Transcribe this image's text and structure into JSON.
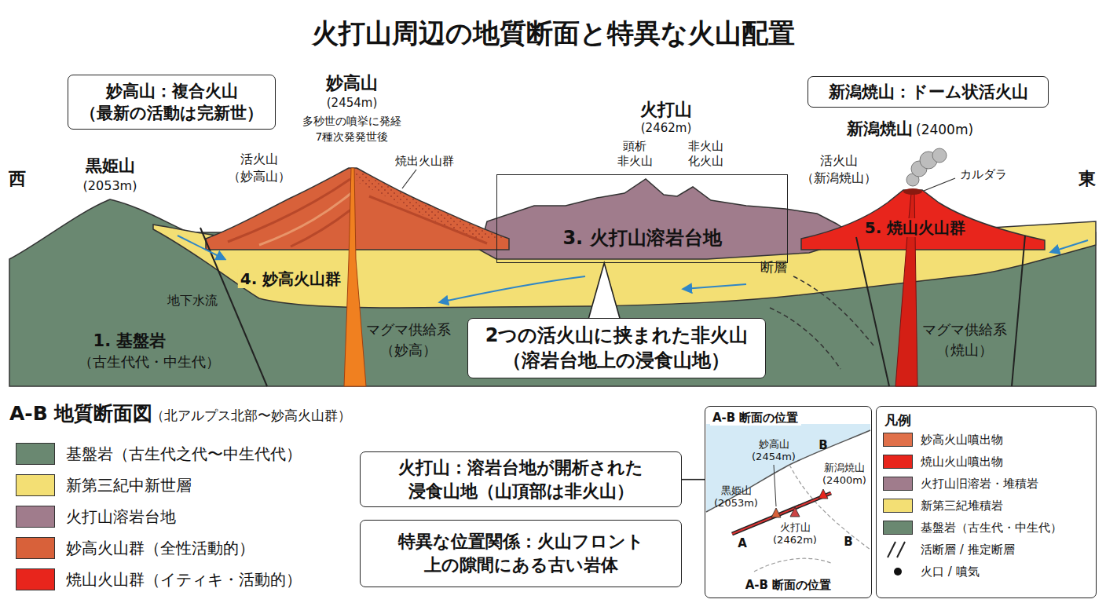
{
  "diagram": {
    "title": "火打山周辺の地質断面と特異な火山配置",
    "nodes": [
      {
        "text": [
          "妙高山：複合火山 （最新の活動は完新世）"
        ]
      },
      {
        "text": [
          "新潟焼山：ドーム状活火山"
        ]
      },
      {
        "text": [
          "3. 火打山溶岩台地"
        ]
      },
      {
        "text": [
          "2つの活火山に挟まれた非火山 （溶岩台地上の浸食山地）"
        ]
      },
      {
        "text": [
          "火打山：溶岩台地が開析された 浸食山地（山頂部は非火山）"
        ]
      },
      {
        "text": [
          "特異な位置関係：火山フロント 上の隙間にある古い岩体"
        ]
      },
      {
        "text": [
          "A-B 断面の位置",
          "A-B 断面の位置"
        ]
      },
      {
        "text": [
          "凡例"
        ]
      }
    ],
    "edges": [
      {
        "from": 3,
        "to": 2,
        "arrow": "none"
      },
      {
        "from": 4,
        "to": 6,
        "arrow": "none"
      }
    ],
    "labels": [
      "西",
      "東",
      "黒姫山",
      "(2053m)",
      "妙高山",
      "(2454m)",
      "多秒世の噴挙に発経",
      "7種次発発世後",
      "活火山",
      "（妙高山）",
      "焼出火山群",
      "火打山",
      "(2462m)",
      "頭析",
      "非火山",
      "非火山",
      "化火山",
      "新潟焼山",
      "(2400m)",
      "活火山",
      "（新潟焼山）",
      "カルダラ",
      "5. 焼山火山群",
      "4. 妙高火山群",
      "地下水流",
      "1. 基盤岩",
      "（古生代代・中生代）",
      "マグマ供給系",
      "（妙高）",
      "断層",
      "マグマ供給系",
      "（焼山）",
      "A-B 地質断面図",
      "（北アルプス北部〜妙高火山群）",
      "妙高山",
      "(2454m)",
      "黒姫山",
      "(2053m)",
      "新潟焼山",
      "(2400m)",
      "火打山",
      "(2462m)",
      "B",
      "A",
      "B"
    ],
    "legend": [
      {
        "text": "基盤岩（古生代之代〜中生代代）",
        "color": "#6a8871"
      },
      {
        "text": "新第三紀中新世層",
        "color": "#f3df74"
      },
      {
        "text": "火打山溶岩台地",
        "color": "#a07c8c"
      },
      {
        "text": "妙高火山群（全性活動的）",
        "color": "#d8613a"
      },
      {
        "text": "焼山火山群（イティキ・活動的）",
        "color": "#e8251c"
      },
      {
        "text": "妙高火山噴出物",
        "color": "#e0704a"
      },
      {
        "text": "焼山火山噴出物",
        "color": "#e8251c"
      },
      {
        "text": "火打山旧溶岩・堆積岩",
        "color": "#a07c8c"
      },
      {
        "text": "新第三紀堆積岩",
        "color": "#f3df74"
      },
      {
        "text": "基盤岩（古生代・中生代）",
        "color": "#6a8871"
      },
      {
        "text": "活断層 / 推定断層"
      },
      {
        "text": "火口 / 噴気"
      }
    ]
  }
}
